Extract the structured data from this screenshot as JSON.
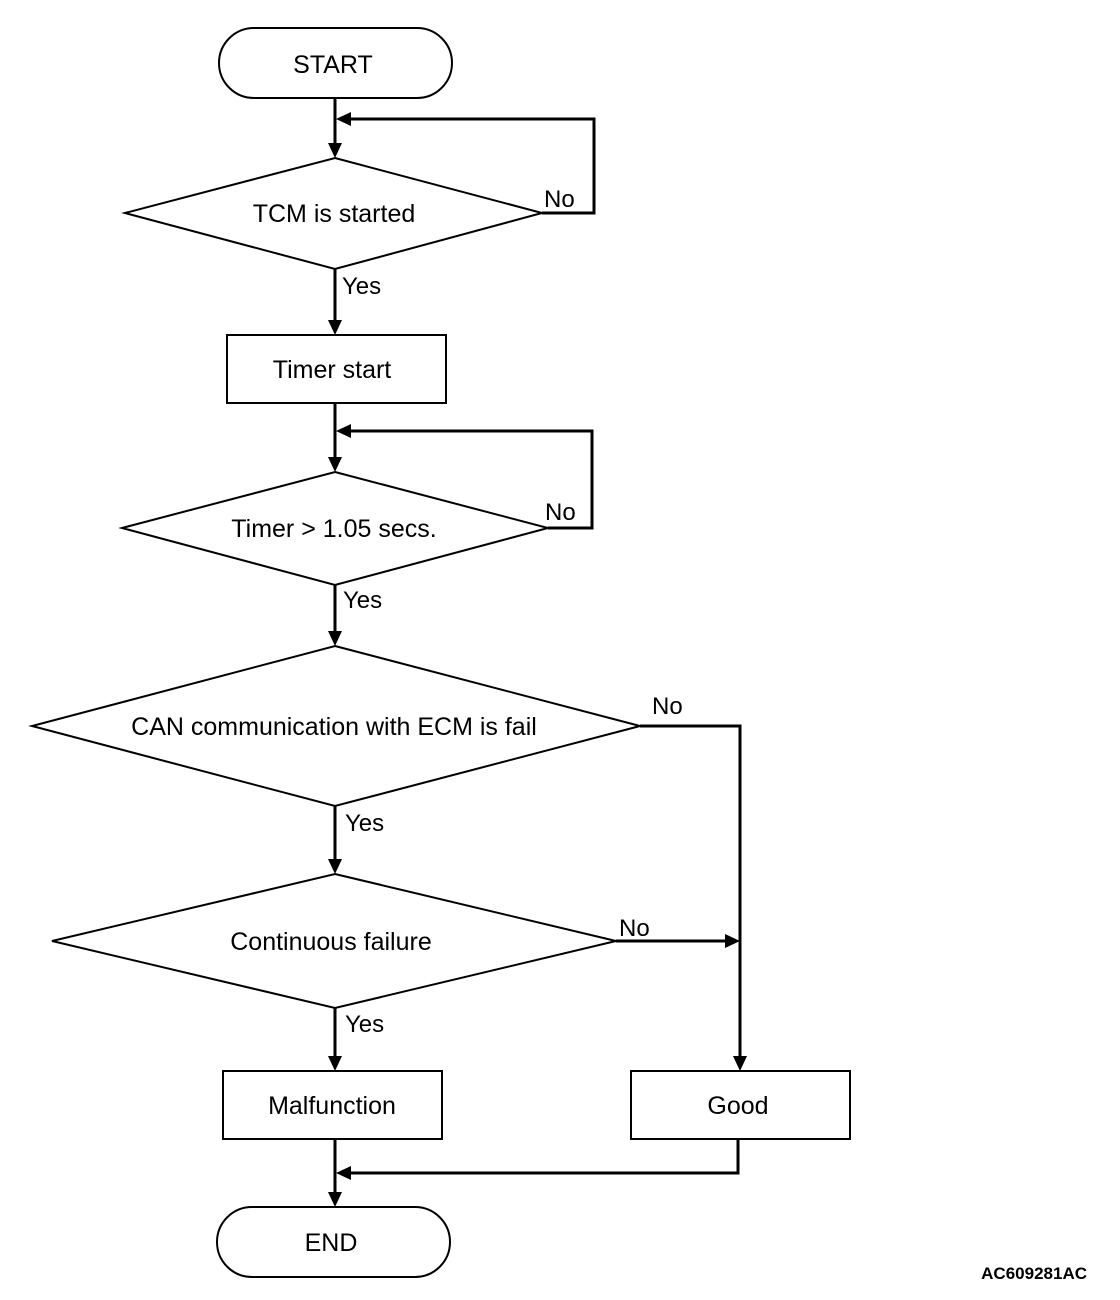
{
  "nodes": {
    "start": "START",
    "tcm_started": "TCM is started",
    "timer_start": "Timer start",
    "timer_check": "Timer > 1.05 secs.",
    "can_fail": "CAN communication with ECM is fail",
    "continuous": "Continuous failure",
    "malfunction": "Malfunction",
    "good": "Good",
    "end": "END"
  },
  "branches": {
    "yes": "Yes",
    "no": "No"
  },
  "figure_code": "AC609281AC"
}
